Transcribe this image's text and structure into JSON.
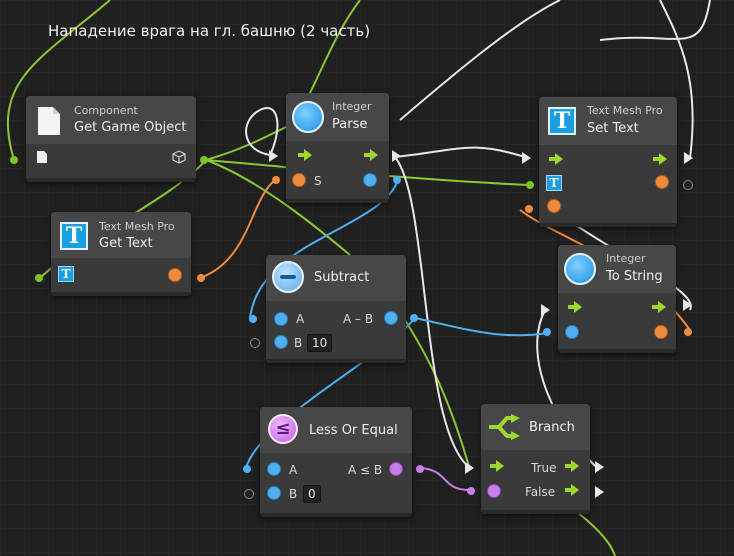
{
  "group": {
    "title": "Нападение врага на гл. башню (2 часть)"
  },
  "colors": {
    "flow": "#9ed82e",
    "float": "#4eb0f0",
    "string": "#f08a3c",
    "bool": "#c87ee8",
    "component": "#7cc42a",
    "background": "#202020"
  },
  "nodes": {
    "get_game_object": {
      "category": "Component",
      "title": "Get Game Object",
      "icon": "document-icon"
    },
    "get_text": {
      "category": "Text Mesh Pro",
      "title": "Get Text",
      "icon": "textmeshpro-icon"
    },
    "parse": {
      "category": "Integer",
      "title": "Parse",
      "icon": "circle-icon",
      "port_s": "S"
    },
    "set_text": {
      "category": "Text Mesh Pro",
      "title": "Set Text",
      "icon": "textmeshpro-icon"
    },
    "subtract": {
      "title": "Subtract",
      "icon": "minus-icon",
      "port_a": "A",
      "port_b": "B",
      "b_value": "10",
      "out": "A – B"
    },
    "to_string": {
      "category": "Integer",
      "title": "To String",
      "icon": "circle-icon"
    },
    "less_or_equal": {
      "title": "Less Or Equal",
      "icon": "less-equal-icon",
      "port_a": "A",
      "port_b": "B",
      "b_value": "0",
      "out": "A ≤ B"
    },
    "branch": {
      "title": "Branch",
      "icon": "branch-icon",
      "true_label": "True",
      "false_label": "False"
    }
  }
}
